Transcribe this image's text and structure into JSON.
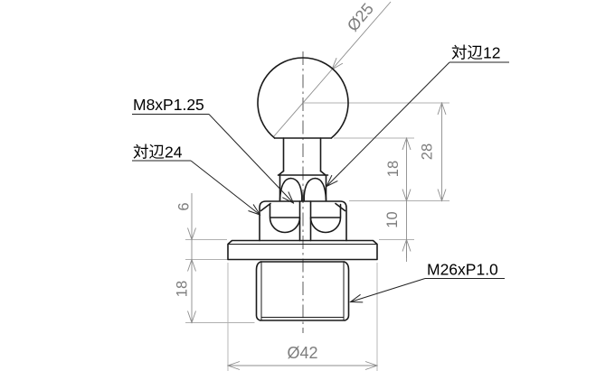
{
  "drawing": {
    "callouts": {
      "ball_diameter": "Ø25",
      "across_flats_small": "対辺12",
      "stud_thread": "M8xP1.25",
      "across_flats_large": "対辺24",
      "body_thread": "M26xP1.0"
    },
    "dims": {
      "height_28": "28",
      "neck_height_18": "18",
      "hex_height_10": "10",
      "flange_thickness_6": "6",
      "thread_length_18": "18",
      "flange_diameter": "Ø42"
    },
    "colors": {
      "background": "#ffffff",
      "outline": "#1a1a1a",
      "centerline": "#4a4a4a",
      "extension": "#b0b0b0",
      "dimension": "#8c8c8c",
      "dimension_text": "#7d7d7d",
      "leader": "#222222",
      "label_text": "#000000"
    }
  }
}
